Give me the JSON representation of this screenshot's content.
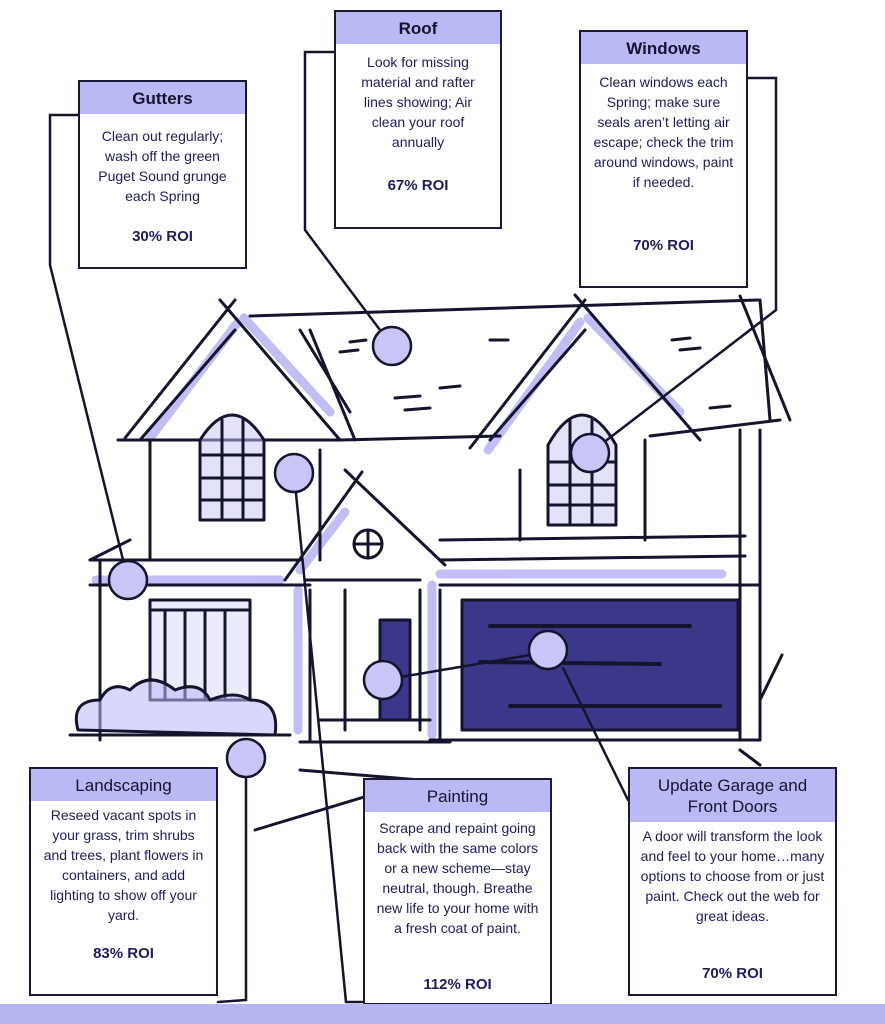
{
  "colors": {
    "accent": "#bbb8f6",
    "marker": "#c9c6f7",
    "garage": "#3b3889",
    "outline": "#1b1a36"
  },
  "callouts": {
    "gutters": {
      "title": "Gutters",
      "body": "Clean out regularly; wash off the green Puget Sound grunge each Spring",
      "roi": "30% ROI"
    },
    "roof": {
      "title": "Roof",
      "body": "Look for missing material and rafter lines showing; Air clean your roof annually",
      "roi": "67% ROI"
    },
    "windows": {
      "title": "Windows",
      "body": "Clean windows each Spring; make sure seals aren’t letting air escape; check the trim around windows, paint if needed.",
      "roi": "70% ROI"
    },
    "landscaping": {
      "title": "Landscaping",
      "body": "Reseed vacant spots in your grass, trim shrubs and trees, plant flowers in containers, and add lighting to show off your yard.",
      "roi": "83% ROI"
    },
    "painting": {
      "title": "Painting",
      "body": "Scrape and repaint going back with the same colors or a new scheme—stay neutral, though.  Breathe new life to your home with a fresh coat of paint.",
      "roi": "112% ROI"
    },
    "garage": {
      "title": "Update Garage and Front Doors",
      "body": "A door will transform the look and feel to your home…many options to choose from or just paint. Check out the web for great ideas.",
      "roi": "70% ROI"
    }
  }
}
